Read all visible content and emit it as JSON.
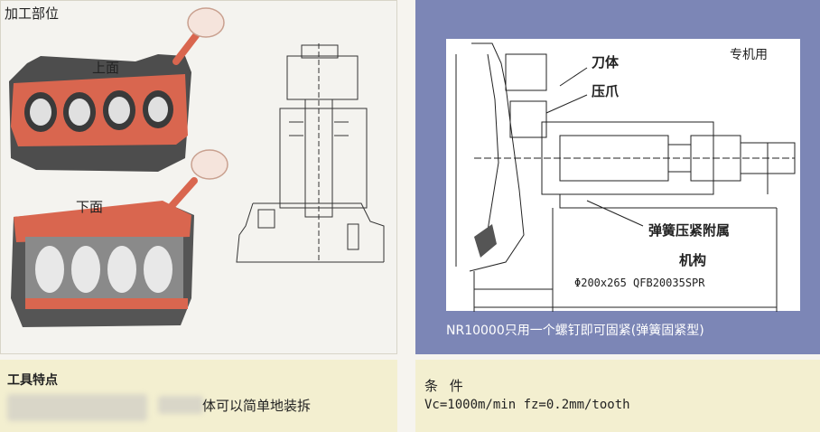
{
  "left_panel": {
    "title": "加工部位",
    "label_top": "上面",
    "label_bottom": "下面"
  },
  "right_panel": {
    "labels": {
      "knife_body": "刀体",
      "clamp_claw": "压爪",
      "special_use": "专机用",
      "spring_line1": "弹簧压紧附属",
      "spring_line2": "机构",
      "dimensions": "Φ200x265   QFB20035SPR"
    },
    "caption": "NR10000只用一个螺钉即可固紧(弹簧固紧型)"
  },
  "tool_features": {
    "title": "工具特点",
    "desc": "体可以简单地装拆"
  },
  "conditions": {
    "title": "条 件",
    "params": "Vc=1000m/min  fz=0.2mm/tooth"
  },
  "colors": {
    "engine_red": "#d9664f",
    "engine_dark": "#4a4a4a",
    "blue_bg": "#7c86b6",
    "footer_bg": "#f3efd0"
  }
}
